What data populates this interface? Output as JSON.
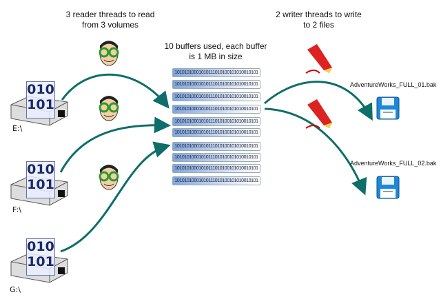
{
  "captions": {
    "readers": "3 reader threads to read from 3 volumes",
    "buffers": "10 buffers used, each buffer is 1 MB in size",
    "writers": "2 writer threads to write to 2 files"
  },
  "drives": [
    {
      "label": "E:\\",
      "bits_top": "010",
      "bits_bottom": "101"
    },
    {
      "label": "F:\\",
      "bits_top": "010",
      "bits_bottom": "101"
    },
    {
      "label": "G:\\",
      "bits_top": "010",
      "bits_bottom": "101"
    }
  ],
  "buffers": [
    "10101010001010111010100101010010101",
    "10101010001010111010100101010010101",
    "10101010001010111010100101010010101",
    "10101010001010111010100101010010101",
    "10101010001010111010100101010010101",
    "10101010001010111010100101010010101",
    "10101010001010111010100101010010101",
    "10101010001010111010100101010010101",
    "10101010001010111010100101010010101",
    "10101010001010111010100101010010101"
  ],
  "files": [
    "AdventureWorks_FULL_01.bak",
    "AdventureWorks_FULL_02.bak"
  ],
  "colors": {
    "arrow": "#0e6e6a",
    "bits": "#1a2a6a"
  }
}
